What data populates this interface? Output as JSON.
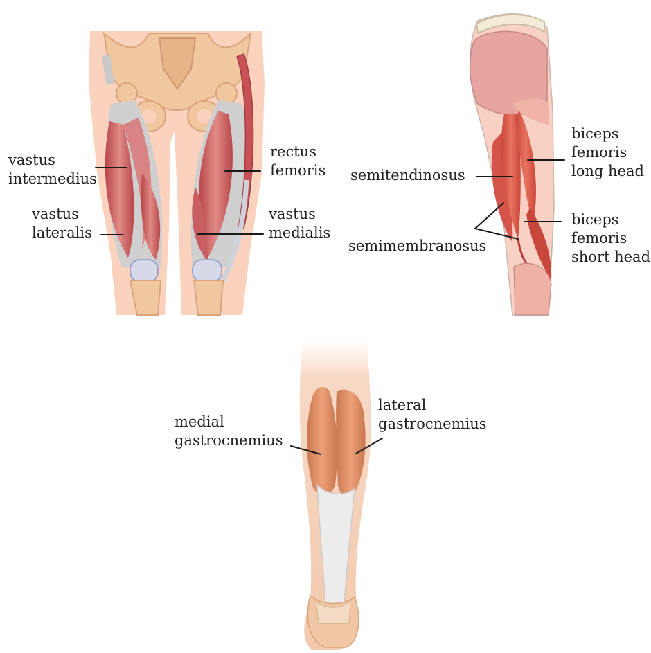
{
  "panels": {
    "front_thigh": {
      "labels": {
        "vastus_intermedius": [
          "vastus",
          "intermedius"
        ],
        "vastus_lateralis": [
          "vastus",
          "lateralis"
        ],
        "rectus_femoris": [
          "rectus",
          "femoris"
        ],
        "vastus_medialis": [
          "vastus",
          "medialis"
        ]
      }
    },
    "back_thigh": {
      "labels": {
        "semitendinosus": [
          "semitendinosus"
        ],
        "semimembranosus": [
          "semimembranosus"
        ],
        "biceps_femoris_long_head": [
          "biceps",
          "femoris",
          "long head"
        ],
        "biceps_femoris_short_head": [
          "biceps",
          "femoris",
          "short head"
        ]
      }
    },
    "calf": {
      "labels": {
        "medial_gastrocnemius": [
          "medial",
          "gastrocnemius"
        ],
        "lateral_gastrocnemius": [
          "lateral",
          "gastrocnemius"
        ]
      }
    }
  },
  "colors": {
    "skin": "#fbd2bd",
    "skin_dark": "#efb796",
    "bone": "#f0c79e",
    "bone_shadow": "#d9a47a",
    "tendon": "#c9c9c9",
    "muscle_red": "#d36a6a",
    "muscle_dark": "#b8464a",
    "hamstring": "#dc5c4c",
    "calf_muscle": "#d98a62",
    "achilles": "#e6e6e6",
    "label_text": "#222222"
  }
}
